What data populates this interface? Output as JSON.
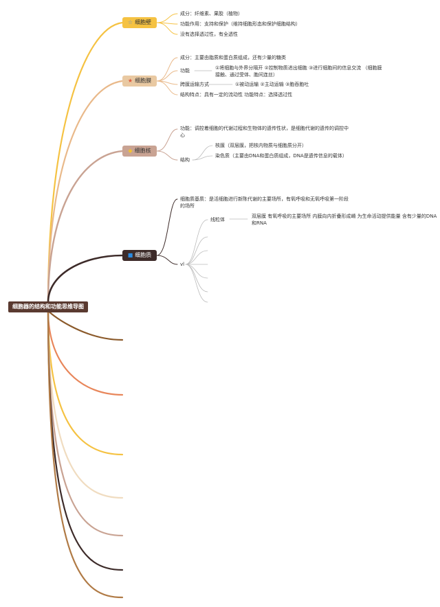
{
  "root": {
    "title": "细胞器的结构和功能思维导图"
  },
  "colors": {
    "wall": "#f5c242",
    "membrane": "#e9b98a",
    "nucleus": "#c9a393",
    "cytoplasm": "#3d2b29",
    "star_outline": "#6a8fd1",
    "star_red": "#e0573a",
    "crystal": "#f2c230",
    "square": "#1f5fa0"
  },
  "branches": [
    {
      "label": "细胞壁",
      "icon": "star-outline-icon",
      "items": [
        "成分：纤维素、果胶（植物）",
        "功能作用：支持和保护（维持细胞形态和保护细胞结构）",
        "没有选择透过性，有全透性"
      ]
    },
    {
      "label": "细胞膜",
      "icon": "star-icon",
      "composition": "成分：主要由脂质和蛋白质组成，还有少量的糖类",
      "function_label": "功能",
      "function_text": "①将细胞与外界分隔开 ②控制物质进出细胞 ③进行细胞间的信息交流 （细胞膜接触、通过受体、胞间连丝）",
      "transport_label": "跨膜运输方式",
      "transport_text": "①被动运输 ②主动运输 ③胞吞胞吐",
      "structure_text": "结构特点：具有一定的流动性 功能特点：选择透过性"
    },
    {
      "label": "细胞核",
      "icon": "crystal-icon",
      "function_text": "功能：调控着细胞的代谢过程和生物体的遗传性状，是细胞代谢的遗传的调控中心",
      "structure_label": "结构",
      "structure_items": [
        "核膜（双层膜，把核内物质与细胞质分开）",
        "染色质（主要由DNA和蛋白质组成，DNA是遗传信息的载体）"
      ]
    },
    {
      "label": "细胞质",
      "icon": "square-icon",
      "matrix_text": "细胞质基质：是活细胞进行新陈代谢的主要场所，有氧呼吸和无氧呼吸第一阶段的场所",
      "organelle_label": "vl",
      "mito_label": "线粒体",
      "mito_text": "双层膜 有氧呼吸的主要场所 内膜向内折叠形成嵴 为生命活动提供能量 含有少量的DNA和RNA"
    }
  ],
  "extra_branch_colors": [
    "#8b5a2b",
    "#e8865a",
    "#f5c242",
    "#f0dcc0",
    "#c9a393",
    "#3d2b29",
    "#b07a45"
  ]
}
